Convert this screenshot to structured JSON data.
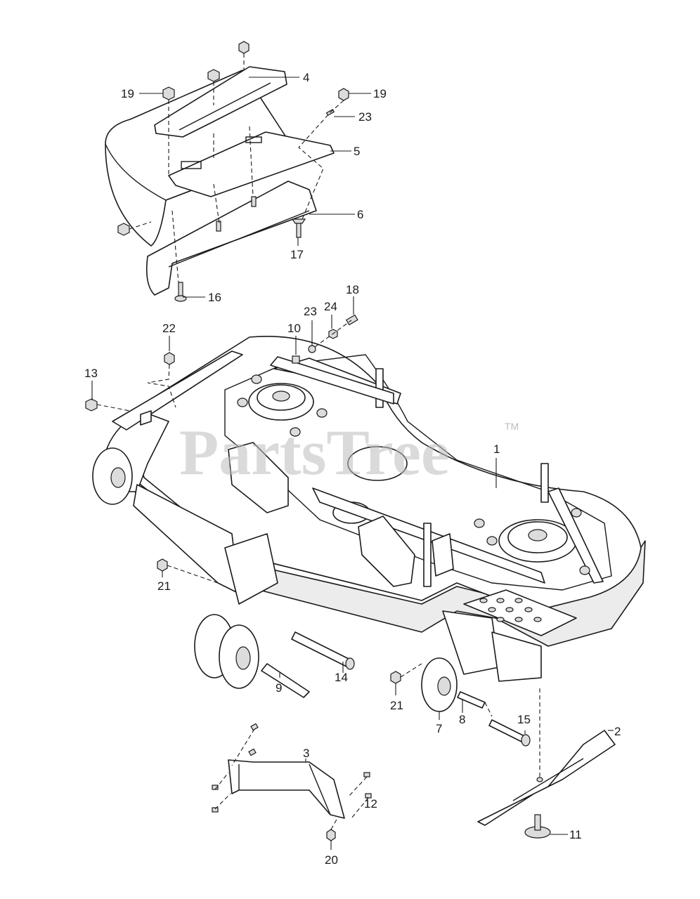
{
  "watermark": {
    "text": "PartsTree",
    "mark": "TM"
  },
  "callouts": [
    "1",
    "2",
    "3",
    "4",
    "5",
    "6",
    "7",
    "8",
    "9",
    "10",
    "11",
    "12",
    "13",
    "14",
    "15",
    "16",
    "17",
    "18",
    "19",
    "19",
    "20",
    "21",
    "21",
    "22",
    "23",
    "23",
    "24"
  ]
}
